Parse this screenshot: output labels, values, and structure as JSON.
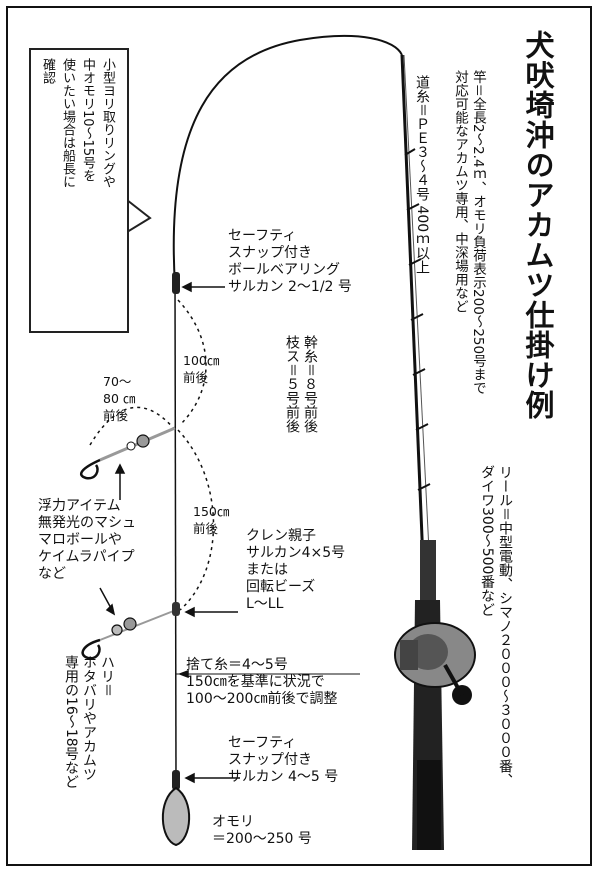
{
  "title": "犬吠埼沖のアカムツ仕掛け例",
  "rod": [
    "竿＝全長2～2.4ｍ、オモリ負荷表示200～250号まで",
    "対応可能なアカムツ専用、中深場用など"
  ],
  "main_line": "道糸＝ＰＥ３～４号 400ｍ以上",
  "reel": [
    "リール＝中型電動、シマノ２０００～３０００番、",
    "ダイワ300～500番など"
  ],
  "trunk": [
    "幹糸＝８号前後",
    "枝ス＝５号前後"
  ],
  "callout": [
    "小型ヨリ取りリングや",
    "中オモリ10～15号を",
    "使いたい場合は船長に",
    "確認"
  ],
  "snap_top": [
    "セーフティ",
    "スナップ付き",
    "ボールベアリング",
    "サルカン 2～1/2 号"
  ],
  "dist_100": [
    "100㎝",
    "前後"
  ],
  "branch_len": [
    "70～",
    "80 ㎝",
    "前後"
  ],
  "float_item": [
    "浮力アイテム",
    "無発光のマシュ",
    "マロボールや",
    "ケイムラパイプ",
    "など"
  ],
  "dist_150": [
    "150㎝",
    "前後"
  ],
  "crane": [
    "クレン親子",
    "サルカン4×5号",
    "または",
    "回転ビーズ",
    "L～LL"
  ],
  "hook": [
    "ハリ＝",
    "ホタバリやアカムツ",
    "専用の16～18号など"
  ],
  "sute": [
    "捨て糸＝4～5号",
    "150㎝を基準に状況で",
    "100～200㎝前後で調整"
  ],
  "snap_bottom": [
    "セーフティ",
    "スナップ付き",
    "サルカン 4～5 号"
  ],
  "sinker": [
    "オモリ",
    "＝200～250 号"
  ]
}
